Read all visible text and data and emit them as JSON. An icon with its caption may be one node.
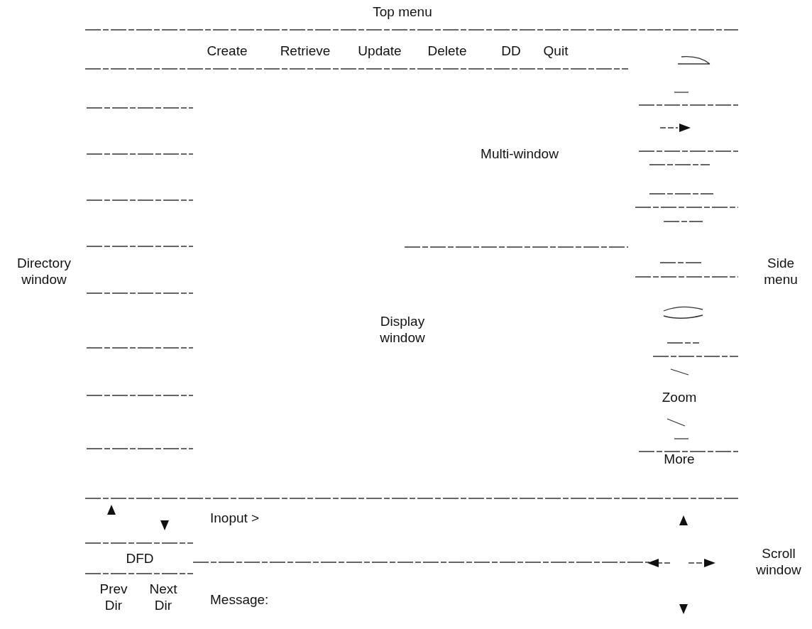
{
  "diagram": {
    "labels": [
      "Top menu",
      "Create",
      "Retrieve",
      "Update",
      "Delete",
      "DD",
      "Quit",
      "Multi-window",
      "Directory window",
      "Side menu",
      "Display window",
      "Zoom",
      "More",
      "Inoput >",
      "DFD",
      "Scroll window",
      "Prev Dir",
      "Next Dir",
      "Message:"
    ]
  }
}
